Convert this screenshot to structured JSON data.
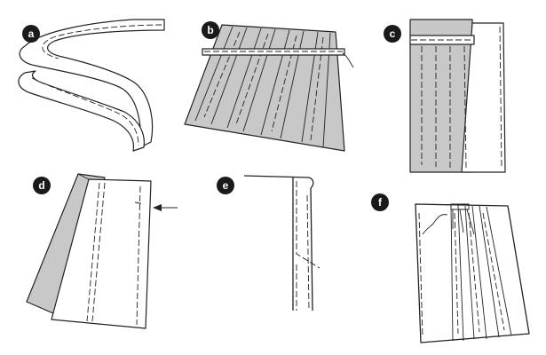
{
  "figure": {
    "steps": [
      {
        "id": "a",
        "label": "a"
      },
      {
        "id": "b",
        "label": "b"
      },
      {
        "id": "c",
        "label": "c"
      },
      {
        "id": "d",
        "label": "d"
      },
      {
        "id": "e",
        "label": "e"
      },
      {
        "id": "f",
        "label": "f"
      }
    ],
    "colors": {
      "fabric_shaded": "#c8c8c8",
      "line": "#222222",
      "badge": "#1a1a1a"
    },
    "icons": [
      "arrow-left-icon"
    ]
  }
}
